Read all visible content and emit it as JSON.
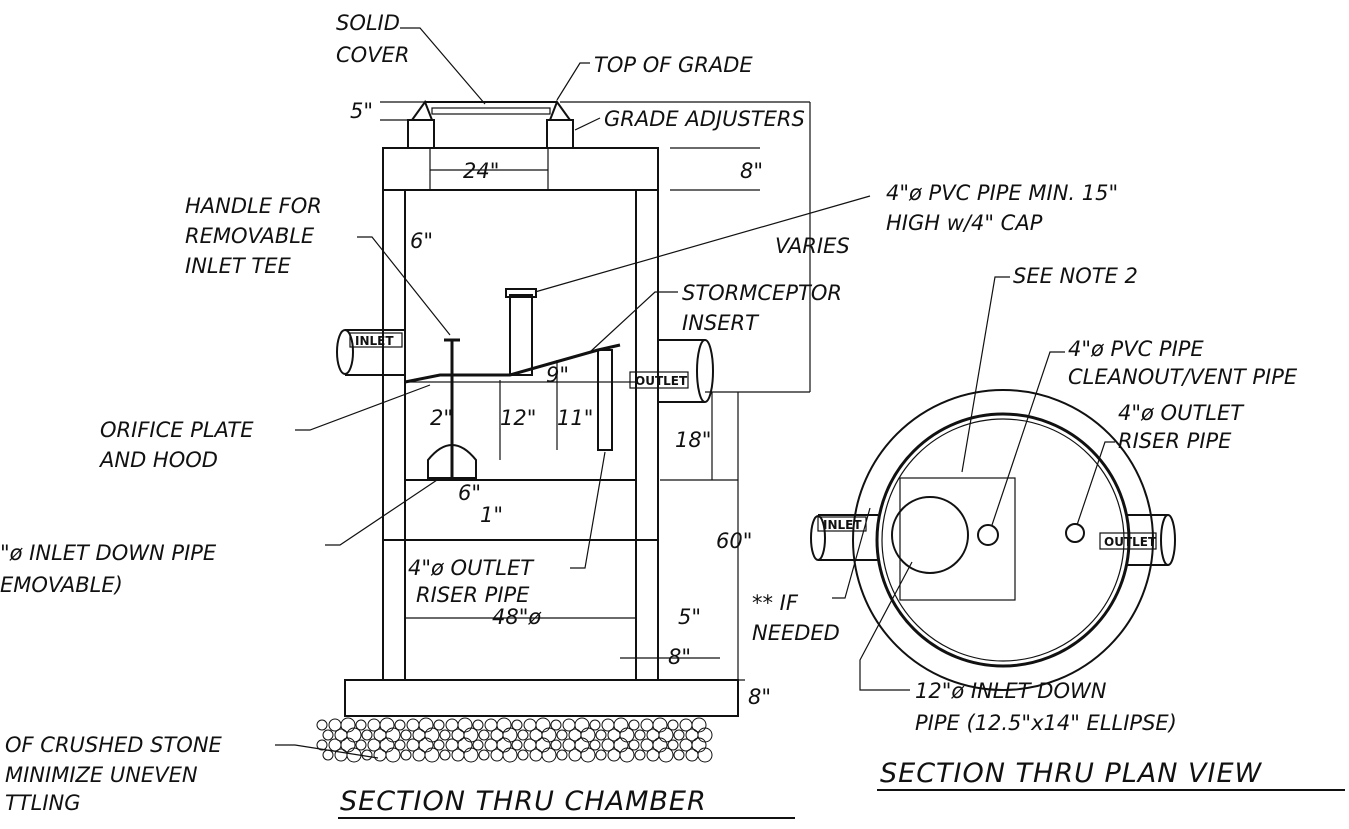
{
  "colors": {
    "ink": "#111111",
    "background": "#ffffff"
  },
  "chamber": {
    "solid_cover": [
      "SOLID",
      "COVER"
    ],
    "top_of_grade": "TOP OF GRADE",
    "grade_adjusters": "GRADE ADJUSTERS",
    "dim_5_top": "5\"",
    "dim_24": "24\"",
    "dim_8_top": "8\"",
    "dim_6_wall": "6\"",
    "pvc_pipe_note": [
      "4\"ø PVC PIPE MIN. 15\"",
      "HIGH w/4\" CAP"
    ],
    "handle_note": [
      "HANDLE FOR",
      "REMOVABLE",
      "INLET TEE"
    ],
    "varies": "VARIES",
    "stormceptor": [
      "STORMCEPTOR",
      "INSERT"
    ],
    "inlet_tag": "INLET",
    "outlet_tag": "OUTLET",
    "dim_9": "9\"",
    "dim_2": "2\"",
    "dim_12": "12\"",
    "dim_11": "11\"",
    "dim_18": "18\"",
    "orifice_note": [
      "ORIFICE PLATE",
      "AND HOOD"
    ],
    "dim_6_low": "6\"",
    "dim_1": "1\"",
    "inlet_down_pipe": [
      "\"ø INLET DOWN PIPE",
      "EMOVABLE)"
    ],
    "outlet_riser": [
      "4\"ø OUTLET",
      "RISER PIPE"
    ],
    "dim_48": "48\"ø",
    "dim_60": "60\"",
    "dim_5_wall": "5\"",
    "if_needed": [
      "** IF",
      "NEEDED"
    ],
    "dim_8_wall": "8\"",
    "dim_8_base": "8\"",
    "stone_note": [
      "OF CRUSHED STONE",
      "MINIMIZE UNEVEN",
      "TTLING"
    ],
    "title": "SECTION THRU CHAMBER"
  },
  "plan": {
    "see_note": "SEE NOTE 2",
    "cleanout": [
      "4\"ø PVC PIPE",
      "CLEANOUT/VENT PIPE"
    ],
    "outlet_riser": [
      "4\"ø OUTLET",
      "RISER PIPE"
    ],
    "inlet_tag": "INLET",
    "outlet_tag": "OUTLET",
    "inlet_down": [
      "12\"ø INLET DOWN",
      "PIPE (12.5\"x14\" ELLIPSE)"
    ],
    "title": "SECTION THRU PLAN VIEW"
  }
}
